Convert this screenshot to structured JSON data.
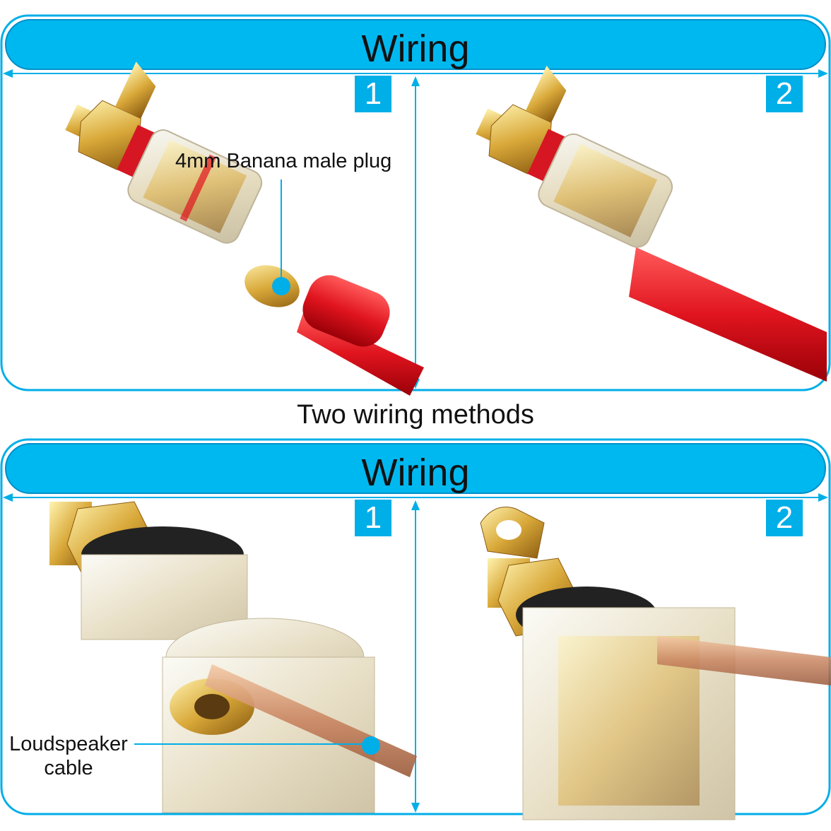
{
  "top": {
    "header": "Wiring",
    "step1": "1",
    "step2": "2",
    "callout": "4mm Banana male plug"
  },
  "caption": "Two wiring methods",
  "bottom": {
    "header": "Wiring",
    "step1": "1",
    "step2": "2",
    "callout_line1": "Loudspeaker",
    "callout_line2": "cable"
  },
  "colors": {
    "accent": "#00aee8",
    "plug_red": "#e0141e",
    "gold": "#d9a93a"
  }
}
